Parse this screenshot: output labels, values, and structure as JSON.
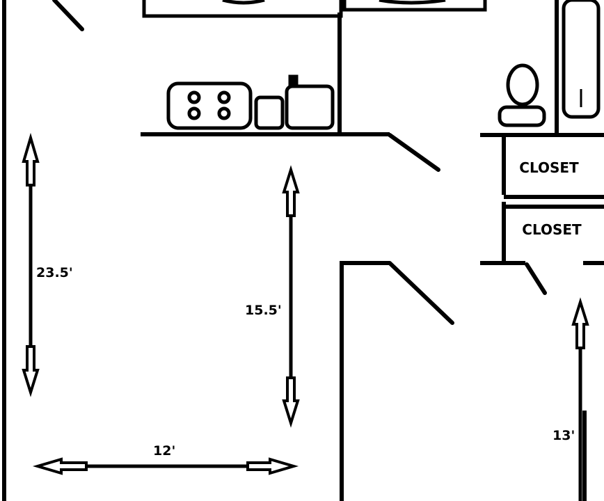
{
  "rooms": {
    "closet_upper": "CLOSET",
    "closet_lower": "CLOSET"
  },
  "dimensions": {
    "left_height": "23.5'",
    "kitchen_height": "15.5'",
    "bottom_width": "12'",
    "right_height": "13'"
  }
}
